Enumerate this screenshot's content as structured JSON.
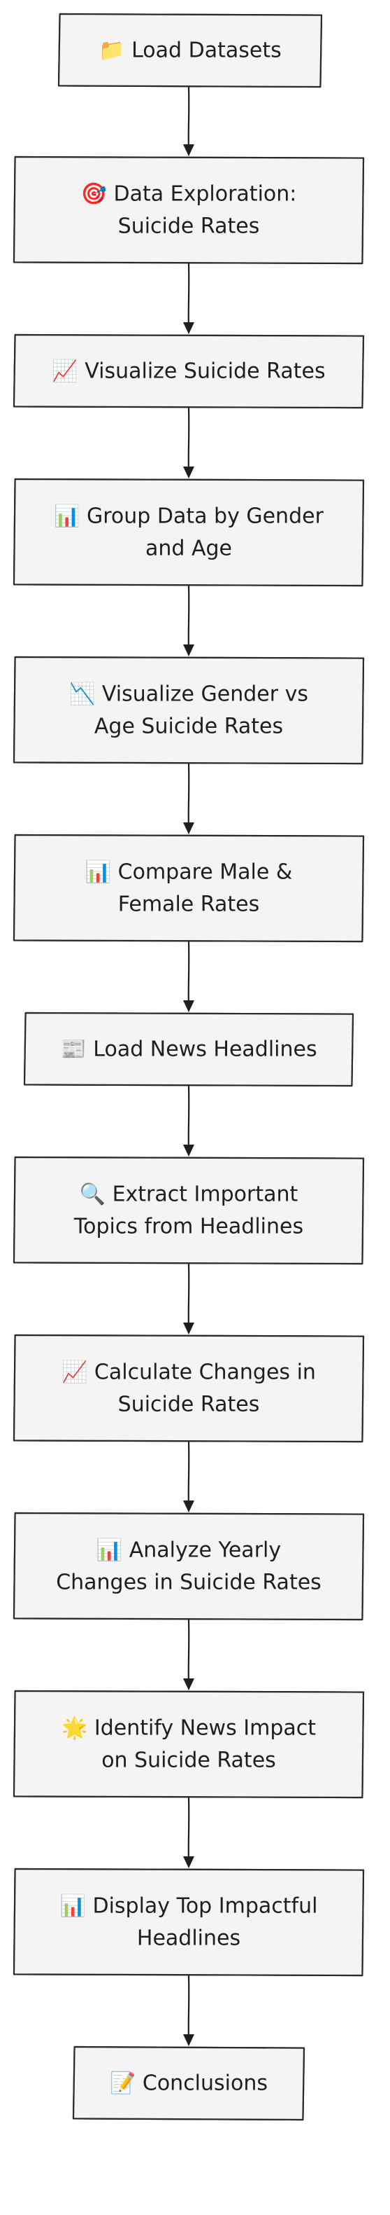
{
  "diagram": {
    "type": "flowchart",
    "direction": "top-to-bottom",
    "nodes": [
      {
        "id": "load-datasets",
        "icon": "folder-icon",
        "lines": [
          "📁 Load Datasets"
        ]
      },
      {
        "id": "data-exploration",
        "icon": "target-icon",
        "lines": [
          "🎯 Data Exploration:",
          "Suicide Rates"
        ]
      },
      {
        "id": "visualize-rates",
        "icon": "chart-up-icon",
        "lines": [
          "📈 Visualize Suicide Rates"
        ]
      },
      {
        "id": "group-data",
        "icon": "bar-chart-icon",
        "lines": [
          "📊 Group Data by Gender",
          "and Age"
        ]
      },
      {
        "id": "visualize-gender-age",
        "icon": "chart-down-icon",
        "lines": [
          "📉 Visualize Gender vs",
          "Age Suicide Rates"
        ]
      },
      {
        "id": "compare-rates",
        "icon": "bar-chart-icon",
        "lines": [
          "📊 Compare Male &",
          "Female Rates"
        ]
      },
      {
        "id": "load-news",
        "icon": "newspaper-icon",
        "lines": [
          "📰 Load News Headlines"
        ]
      },
      {
        "id": "extract-topics",
        "icon": "magnifier-icon",
        "lines": [
          "🔍 Extract Important",
          "Topics from Headlines"
        ]
      },
      {
        "id": "calculate-changes",
        "icon": "chart-up-icon",
        "lines": [
          "📈 Calculate Changes in",
          "Suicide Rates"
        ]
      },
      {
        "id": "analyze-yearly",
        "icon": "bar-chart-icon",
        "lines": [
          "📊 Analyze Yearly",
          "Changes in Suicide Rates"
        ]
      },
      {
        "id": "identify-impact",
        "icon": "sparkle-star-icon",
        "lines": [
          "🌟 Identify News Impact",
          "on Suicide Rates"
        ]
      },
      {
        "id": "display-headlines",
        "icon": "bar-chart-icon",
        "lines": [
          "📊 Display Top Impactful",
          "Headlines"
        ]
      },
      {
        "id": "conclusions",
        "icon": "memo-icon",
        "lines": [
          "📝 Conclusions"
        ]
      }
    ],
    "edges": [
      [
        "load-datasets",
        "data-exploration"
      ],
      [
        "data-exploration",
        "visualize-rates"
      ],
      [
        "visualize-rates",
        "group-data"
      ],
      [
        "group-data",
        "visualize-gender-age"
      ],
      [
        "visualize-gender-age",
        "compare-rates"
      ],
      [
        "compare-rates",
        "load-news"
      ],
      [
        "load-news",
        "extract-topics"
      ],
      [
        "extract-topics",
        "calculate-changes"
      ],
      [
        "calculate-changes",
        "analyze-yearly"
      ],
      [
        "analyze-yearly",
        "identify-impact"
      ],
      [
        "identify-impact",
        "display-headlines"
      ],
      [
        "display-headlines",
        "conclusions"
      ]
    ]
  }
}
